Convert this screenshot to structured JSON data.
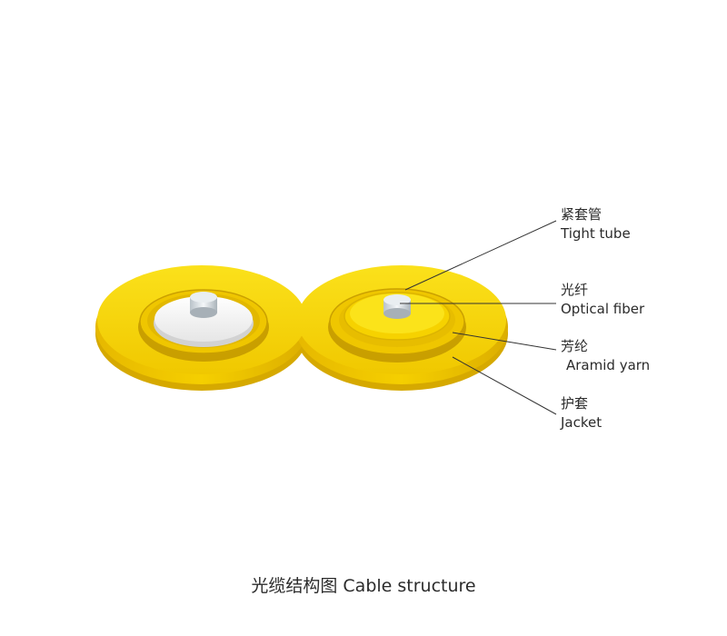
{
  "labels": {
    "tight_tube": {
      "cn": "紧套管",
      "en": "Tight tube"
    },
    "optical_fiber": {
      "cn": "光纤",
      "en": "Optical fiber"
    },
    "aramid_yarn": {
      "cn": "芳纶",
      "en": "Aramid yarn"
    },
    "jacket": {
      "cn": "护套",
      "en": "Jacket"
    }
  },
  "caption": "光缆结构图 Cable structure",
  "colors": {
    "jacket": "#f2d400",
    "jacket_side": "#d9b400",
    "aramid": "#e8c400",
    "tight_tube": "#ffffff",
    "fiber": "#c8d0d6",
    "leader_line": "#333333"
  }
}
